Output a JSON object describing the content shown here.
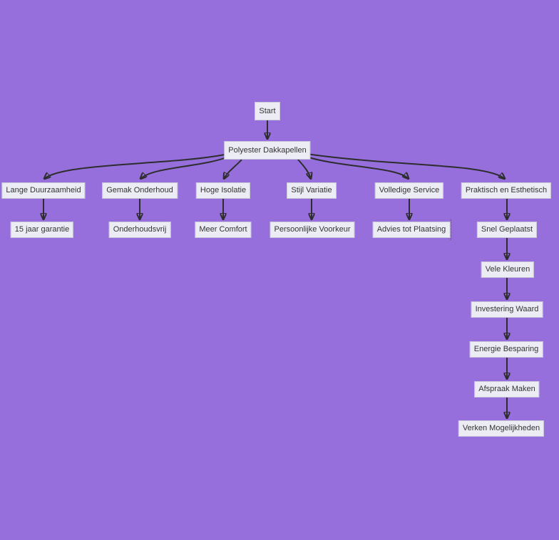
{
  "diagram": {
    "type": "flowchart",
    "direction": "top-down",
    "background_color": "#966fdc",
    "node_fill_color": "#ececf4",
    "node_border_color": "#c8c8d8",
    "node_text_color": "#333333",
    "edge_color": "#2d2d2d",
    "nodes": [
      {
        "id": "start",
        "label": "Start"
      },
      {
        "id": "polyester",
        "label": "Polyester Dakkapellen"
      },
      {
        "id": "lange",
        "label": "Lange Duurzaamheid"
      },
      {
        "id": "gemak",
        "label": "Gemak Onderhoud"
      },
      {
        "id": "hoge",
        "label": "Hoge Isolatie"
      },
      {
        "id": "stijl",
        "label": "Stijl Variatie"
      },
      {
        "id": "volledige",
        "label": "Volledige Service"
      },
      {
        "id": "praktisch",
        "label": "Praktisch en Esthetisch"
      },
      {
        "id": "garantie",
        "label": "15 jaar garantie"
      },
      {
        "id": "onderhoudsvrij",
        "label": "Onderhoudsvrij"
      },
      {
        "id": "meer",
        "label": "Meer Comfort"
      },
      {
        "id": "persoonlijke",
        "label": "Persoonlijke Voorkeur"
      },
      {
        "id": "advies",
        "label": "Advies tot Plaatsing"
      },
      {
        "id": "snel",
        "label": "Snel Geplaatst"
      },
      {
        "id": "vele",
        "label": "Vele Kleuren"
      },
      {
        "id": "investering",
        "label": "Investering Waard"
      },
      {
        "id": "energie",
        "label": "Energie Besparing"
      },
      {
        "id": "afspraak",
        "label": "Afspraak Maken"
      },
      {
        "id": "verken",
        "label": "Verken Mogelijkheden"
      }
    ],
    "edges": [
      {
        "from": "start",
        "to": "polyester"
      },
      {
        "from": "polyester",
        "to": "lange"
      },
      {
        "from": "polyester",
        "to": "gemak"
      },
      {
        "from": "polyester",
        "to": "hoge"
      },
      {
        "from": "polyester",
        "to": "stijl"
      },
      {
        "from": "polyester",
        "to": "volledige"
      },
      {
        "from": "polyester",
        "to": "praktisch"
      },
      {
        "from": "lange",
        "to": "garantie"
      },
      {
        "from": "gemak",
        "to": "onderhoudsvrij"
      },
      {
        "from": "hoge",
        "to": "meer"
      },
      {
        "from": "stijl",
        "to": "persoonlijke"
      },
      {
        "from": "volledige",
        "to": "advies"
      },
      {
        "from": "praktisch",
        "to": "snel"
      },
      {
        "from": "snel",
        "to": "vele"
      },
      {
        "from": "vele",
        "to": "investering"
      },
      {
        "from": "investering",
        "to": "energie"
      },
      {
        "from": "energie",
        "to": "afspraak"
      },
      {
        "from": "afspraak",
        "to": "verken"
      }
    ]
  }
}
